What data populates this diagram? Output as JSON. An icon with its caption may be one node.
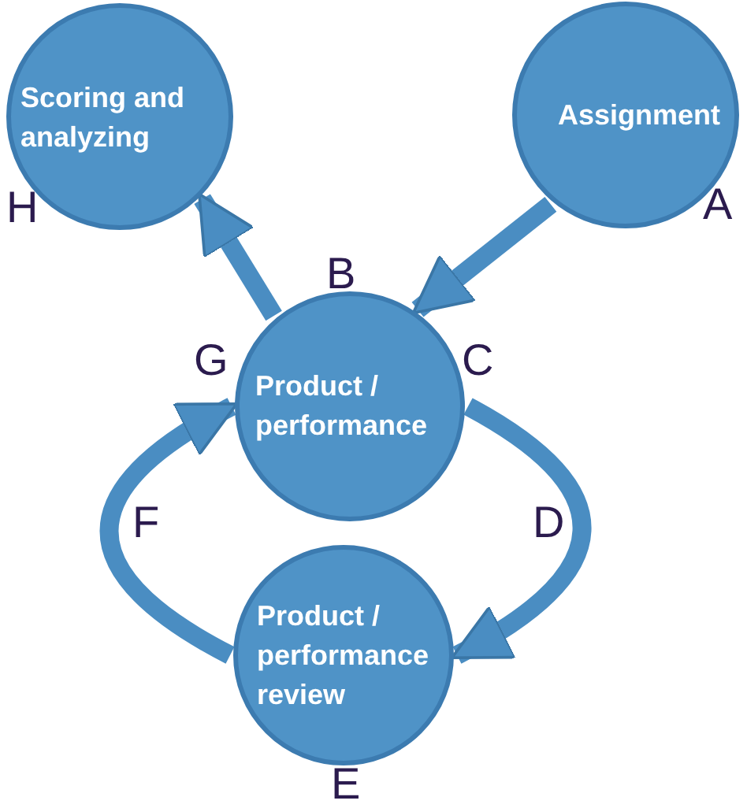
{
  "diagram": {
    "nodes": [
      {
        "text": [
          "Scoring and analyzing"
        ]
      },
      {
        "text": [
          "Assignment"
        ]
      },
      {
        "text": [
          "Product / performance"
        ]
      },
      {
        "text": [
          "Product / performance review"
        ]
      }
    ],
    "edges": [
      {
        "from": 1,
        "to": 2,
        "arrow": "to"
      },
      {
        "from": 2,
        "to": 0,
        "arrow": "to"
      },
      {
        "from": 2,
        "to": 3,
        "arrow": "to"
      },
      {
        "from": 3,
        "to": 2,
        "arrow": "to"
      }
    ],
    "labels": [
      "H",
      "A",
      "B",
      "G",
      "C",
      "D",
      "F",
      "E"
    ]
  }
}
